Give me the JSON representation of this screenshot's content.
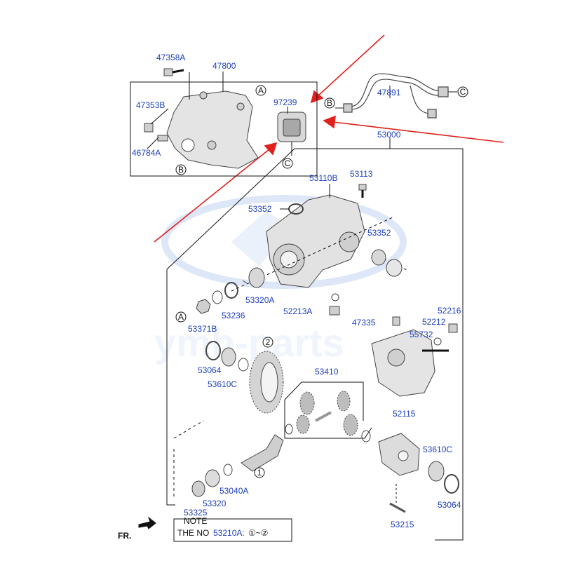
{
  "colors": {
    "part_label": "#1d3fbf",
    "ink": "#111111",
    "arrow": "#e0201c",
    "watermark": "#bcd0f0"
  },
  "watermark": {
    "text": "ymh-parts"
  },
  "parts": {
    "p47358A": "47358A",
    "p47800": "47800",
    "p47353B": "47353B",
    "p46784A": "46784A",
    "p97239": "97239",
    "p47891": "47891",
    "p53000": "53000",
    "p53110B": "53110B",
    "p53113": "53113",
    "p53352_top": "53352",
    "p53352_right": "53352",
    "p53320A": "53320A",
    "p52213A": "52213A",
    "p53236": "53236",
    "p53371B": "53371B",
    "p47335": "47335",
    "p52216": "52216",
    "p52212": "52212",
    "p55732": "55732",
    "p53064_left": "53064",
    "p53610C_left": "53610C",
    "p53410": "53410",
    "p52115": "52115",
    "p53610C_right": "53610C",
    "p53064_right": "53064",
    "p53040A": "53040A",
    "p53320": "53320",
    "p53325": "53325",
    "p53215": "53215",
    "p53210A": "53210A:"
  },
  "callouts": {
    "A": "A",
    "B": "B",
    "C": "C",
    "one": "1",
    "two": "2"
  },
  "note": {
    "title": "NOTE",
    "prefix": "THE NO",
    "suffix": "①~②"
  },
  "front": {
    "label": "FR."
  }
}
